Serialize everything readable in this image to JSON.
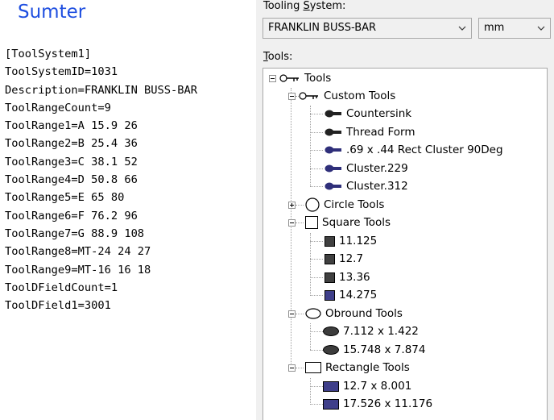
{
  "heading": "Sumter",
  "config_lines": [
    "[ToolSystem1]",
    "ToolSystemID=1031",
    "Description=FRANKLIN BUSS-BAR",
    "ToolRangeCount=9",
    "ToolRange1=A 15.9 26",
    "ToolRange2=B 25.4 36",
    "ToolRange3=C 38.1 52",
    "ToolRange4=D 50.8 66",
    "ToolRange5=E 65 80",
    "ToolRange6=F 76.2 96",
    "ToolRange7=G 88.9 108",
    "ToolRange8=MT-24 24 27",
    "ToolRange9=MT-16 16 18",
    "ToolDFieldCount=1",
    "ToolDField1=3001"
  ],
  "panel": {
    "tooling_label_pre": "Tooling ",
    "tooling_label_key": "S",
    "tooling_label_post": "ystem:",
    "tooling_value": "FRANKLIN BUSS-BAR",
    "units_value": "mm",
    "tools_label_key": "T",
    "tools_label_post": "ools:"
  },
  "tree": {
    "root": "Tools",
    "custom": {
      "label": "Custom Tools",
      "items": [
        "Countersink",
        "Thread Form",
        ".69 x .44 Rect Cluster 90Deg",
        "Cluster.229",
        "Cluster.312"
      ]
    },
    "circle": {
      "label": "Circle Tools"
    },
    "square": {
      "label": "Square Tools",
      "items": [
        "11.125",
        "12.7",
        "13.36",
        "14.275"
      ]
    },
    "obround": {
      "label": "Obround Tools",
      "items": [
        "7.112 x 1.422",
        "15.748 x 7.874"
      ]
    },
    "rectangle": {
      "label": "Rectangle Tools",
      "items": [
        "12.7 x 8.001",
        "17.526 x 11.176"
      ]
    }
  },
  "colors": {
    "heading": "#1f4fe0",
    "blue_swatch": "#3f3f8a",
    "dark_swatch": "#404040"
  }
}
